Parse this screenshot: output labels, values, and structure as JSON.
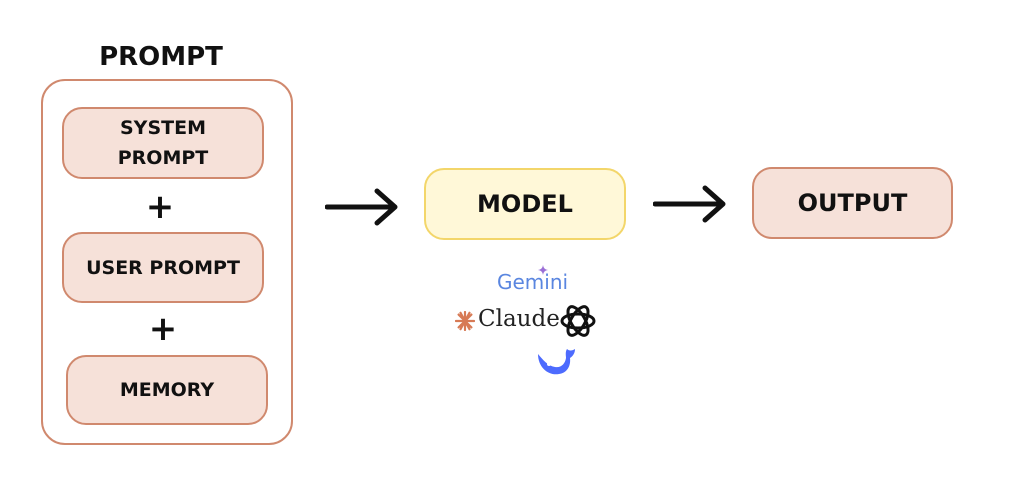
{
  "prompt": {
    "title": "PROMPT",
    "system": "SYSTEM PROMPT",
    "plus": "+",
    "user": "USER PROMPT",
    "memory": "MEMORY"
  },
  "model": {
    "label": "MODEL",
    "logos": {
      "gemini": "Gemini",
      "claude": "Claude"
    }
  },
  "output": {
    "label": "OUTPUT"
  },
  "colors": {
    "prompt_fill": "#f6e1d9",
    "prompt_border": "#d0896e",
    "model_fill": "#fff8d8",
    "model_border": "#f3d66a"
  }
}
